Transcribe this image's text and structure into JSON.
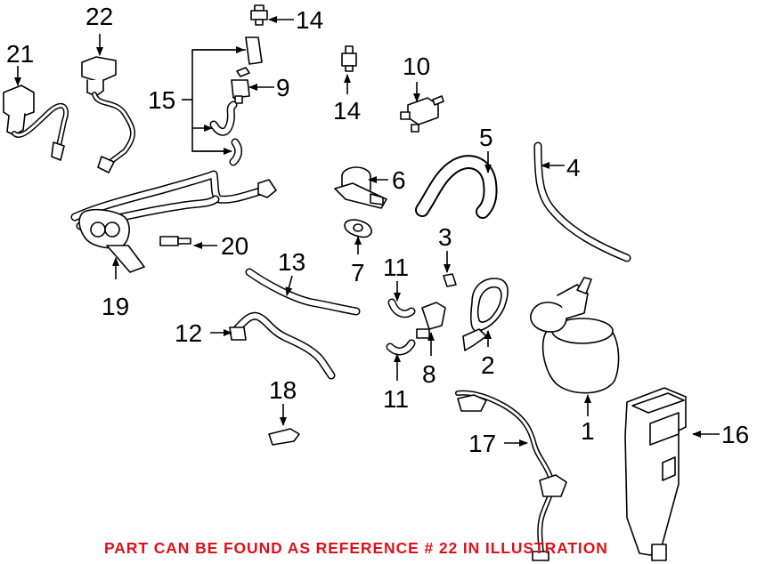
{
  "callouts": {
    "c1": "1",
    "c2": "2",
    "c3": "3",
    "c4": "4",
    "c5": "5",
    "c6": "6",
    "c7": "7",
    "c8": "8",
    "c9": "9",
    "c10": "10",
    "c11a": "11",
    "c11b": "11",
    "c12": "12",
    "c13": "13",
    "c14a": "14",
    "c14b": "14",
    "c15": "15",
    "c16": "16",
    "c17": "17",
    "c18": "18",
    "c19": "19",
    "c20": "20",
    "c21": "21",
    "c22": "22"
  },
  "footer": {
    "notice": "PART CAN BE FOUND AS REFERENCE # 22 IN ILLUSTRATION"
  },
  "colors": {
    "notice": "#e0101a",
    "line": "#000000",
    "background": "#ffffff"
  }
}
